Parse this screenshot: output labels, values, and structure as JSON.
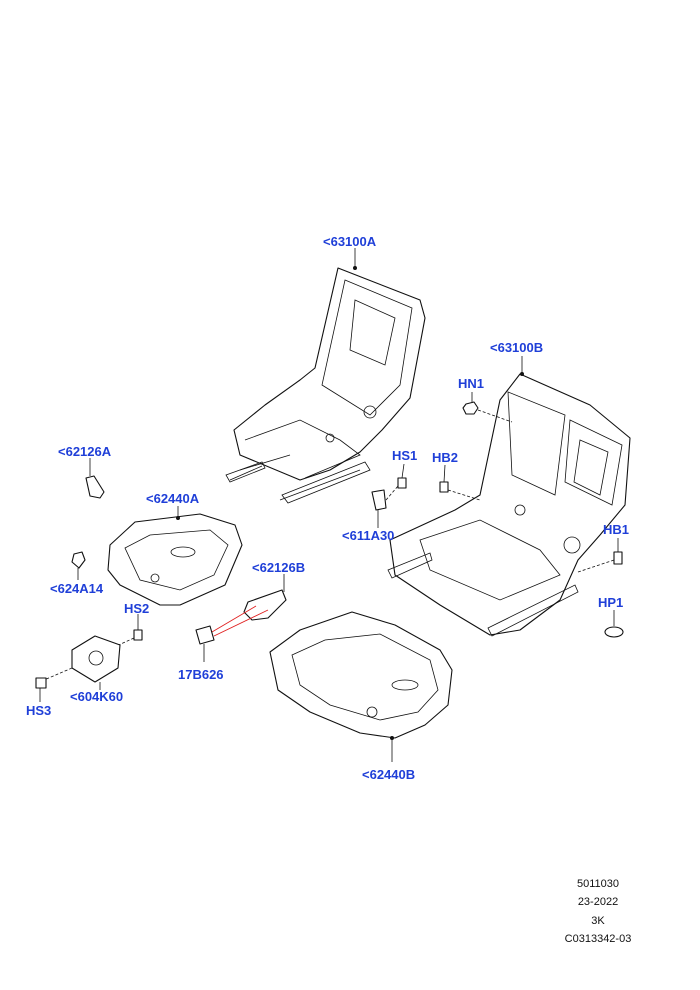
{
  "callouts": {
    "c63100A": "<63100A",
    "c63100B": "<63100B",
    "cHN1": "HN1",
    "c62126A": "<62126A",
    "cHS1": "HS1",
    "cHB2": "HB2",
    "c62440A": "<62440A",
    "c611A30": "<611A30",
    "cHB1": "HB1",
    "c624A14": "<624A14",
    "c62126B": "<62126B",
    "cHS2": "HS2",
    "cHP1": "HP1",
    "c17B626": "17B626",
    "c604K60": "<604K60",
    "cHS3": "HS3",
    "c62440B": "<62440B"
  },
  "reference": {
    "line1": "5011030",
    "line2": "23-2022",
    "line3": "3K",
    "line4": "C0313342-03"
  },
  "colors": {
    "callout": "#1f3fd8",
    "line": "#111111",
    "highlight": "#e02020"
  }
}
